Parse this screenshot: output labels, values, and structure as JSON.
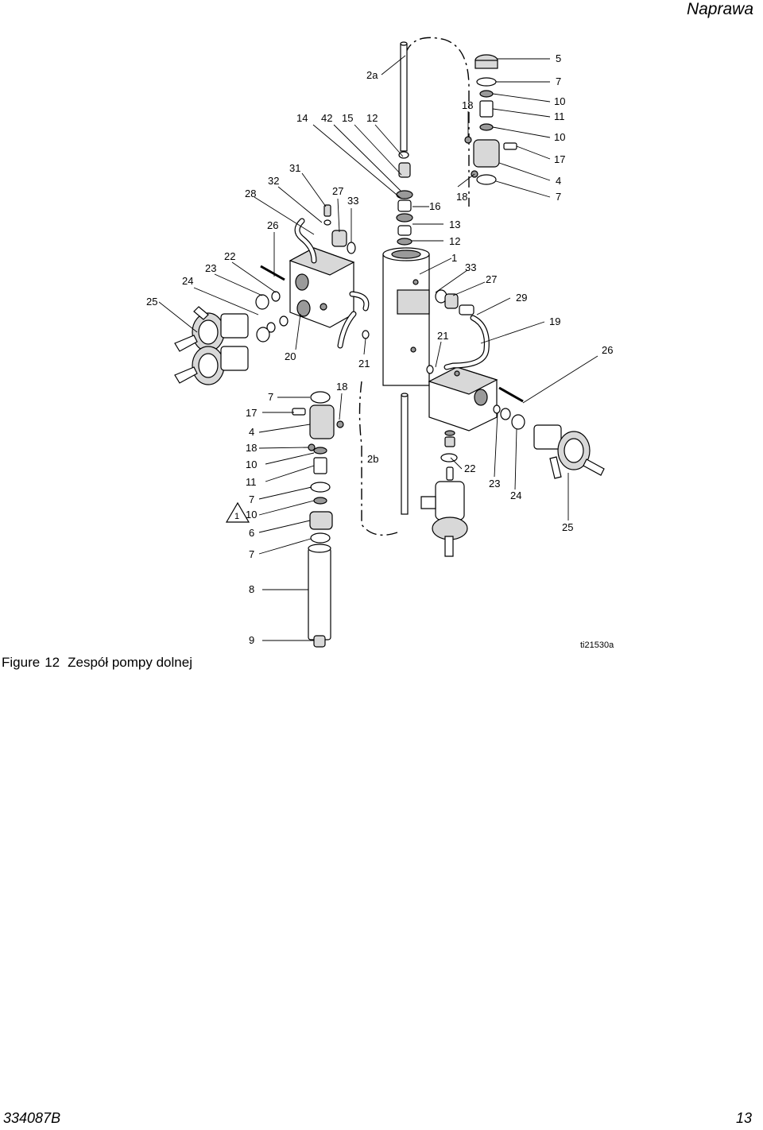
{
  "header": {
    "section_title": "Naprawa"
  },
  "figure": {
    "label": "Figure",
    "number": "12",
    "title": "Zespół pompy dolnej",
    "reference_code": "ti21530a"
  },
  "callouts": {
    "c5": "5",
    "c7a": "7",
    "c10a": "10",
    "c11a": "11",
    "c10b": "10",
    "c17a": "17",
    "c4a": "4",
    "c7b": "7",
    "c18a": "18",
    "c18b": "18",
    "c16": "16",
    "c13": "13",
    "c12a": "12",
    "c1a": "1",
    "c33a": "33",
    "c27a": "27",
    "c29": "29",
    "c19": "19",
    "c26a": "26",
    "c21a": "21",
    "c2a": "2a",
    "c14": "14",
    "c42": "42",
    "c15": "15",
    "c12b": "12",
    "c31": "31",
    "c32": "32",
    "c28": "28",
    "c27b": "27",
    "c33b": "33",
    "c26b": "26",
    "c22a": "22",
    "c23a": "23",
    "c24a": "24",
    "c25a": "25",
    "c20": "20",
    "c21b": "21",
    "c7c": "7",
    "c18c": "18",
    "c17b": "17",
    "c4b": "4",
    "c18d": "18",
    "c10c": "10",
    "c11b": "11",
    "c7d": "7",
    "c10d": "10",
    "c6": "6",
    "c7e": "7",
    "c8": "8",
    "c9": "9",
    "c2b": "2b",
    "c22b": "22",
    "c23b": "23",
    "c24b": "24",
    "c25b": "25"
  },
  "note_marker": "1",
  "footer": {
    "doc_number": "334087B",
    "page_number": "13"
  }
}
